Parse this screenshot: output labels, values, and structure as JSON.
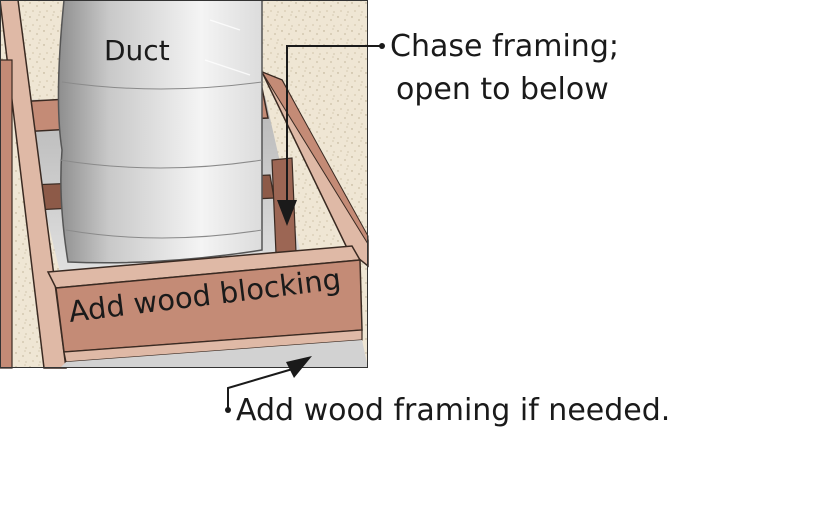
{
  "labels": {
    "duct": "Duct",
    "chase_framing_line1": "Chase framing;",
    "chase_framing_line2": "open to below",
    "blocking": "Add wood blocking",
    "framing_needed": "Add wood framing if needed."
  },
  "colors": {
    "insulation_bg": "#efe6d4",
    "wood_face": "#c48b76",
    "wood_light": "#dfb9a6",
    "wood_dark": "#8d5a48",
    "duct_light": "#f2f2f2",
    "duct_shade": "#9a9a9a",
    "opening": "#c9c9c9",
    "outline": "#3a2a22",
    "text": "#1a1a1a"
  }
}
